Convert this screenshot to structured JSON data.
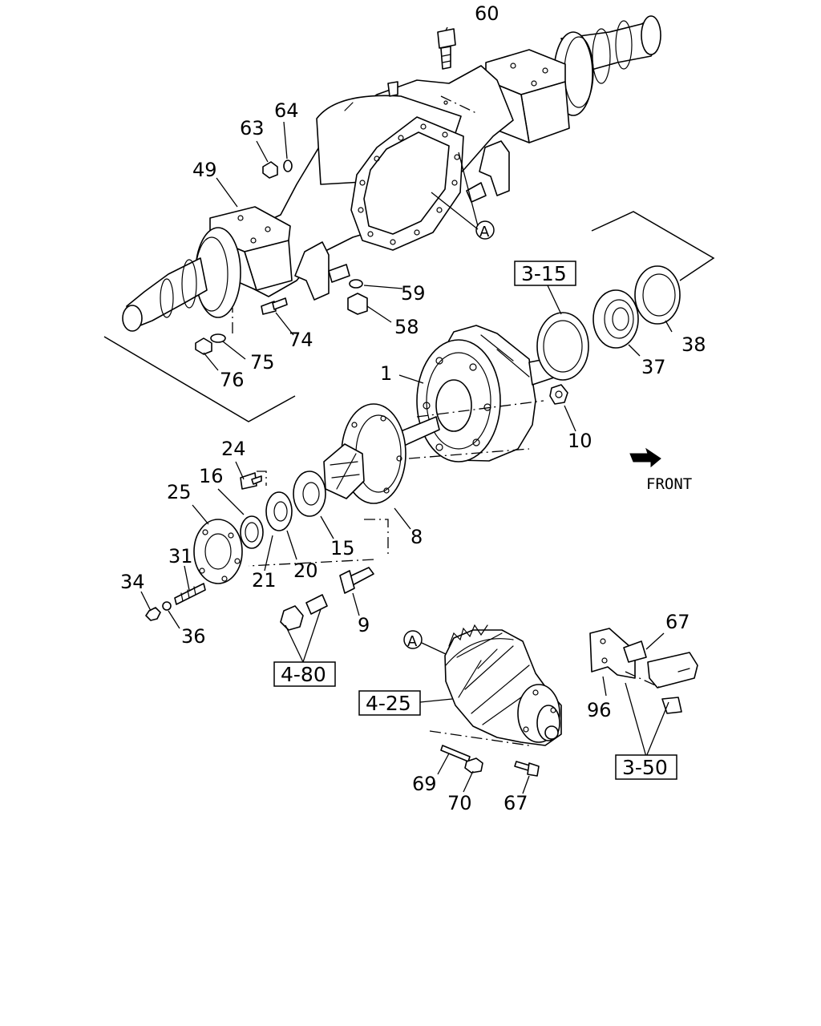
{
  "callouts": {
    "c60": "60",
    "c64": "64",
    "c63": "63",
    "c49": "49",
    "c59": "59",
    "c58": "58",
    "c74": "74",
    "c75": "75",
    "c76": "76",
    "c1": "1",
    "c38": "38",
    "c37": "37",
    "c10": "10",
    "c24": "24",
    "c16": "16",
    "c25": "25",
    "c15": "15",
    "c8": "8",
    "c21": "21",
    "c20": "20",
    "c31": "31",
    "c34": "34",
    "c36": "36",
    "c9": "9",
    "c67a": "67",
    "c96": "96",
    "c69": "69",
    "c70": "70",
    "c67b": "67"
  },
  "circled_refs": {
    "a1": "A",
    "a2": "A"
  },
  "ref_boxes": {
    "r315": "3-15",
    "r480": "4-80",
    "r425": "4-25",
    "r350": "3-50"
  },
  "direction": {
    "label": "FRONT"
  }
}
